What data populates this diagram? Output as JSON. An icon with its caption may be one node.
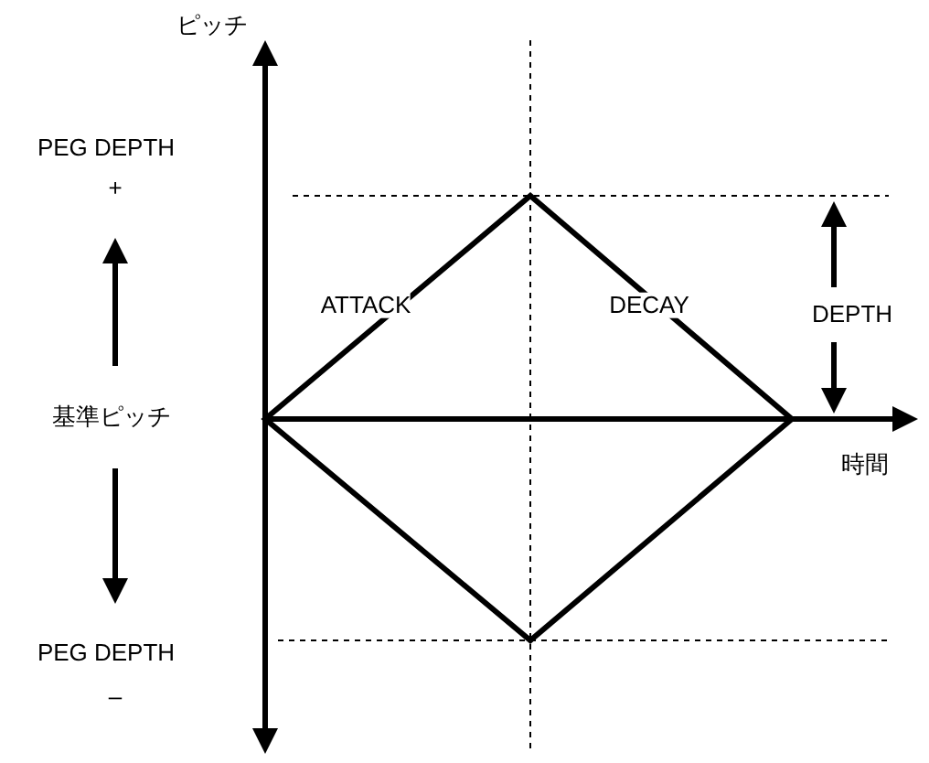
{
  "diagram": {
    "labels": [
      "ピッチ",
      "PEG DEPTH",
      "+",
      "ATTACK",
      "DECAY",
      "DEPTH",
      "基準ピッチ",
      "時間",
      "PEG DEPTH",
      "–"
    ]
  }
}
